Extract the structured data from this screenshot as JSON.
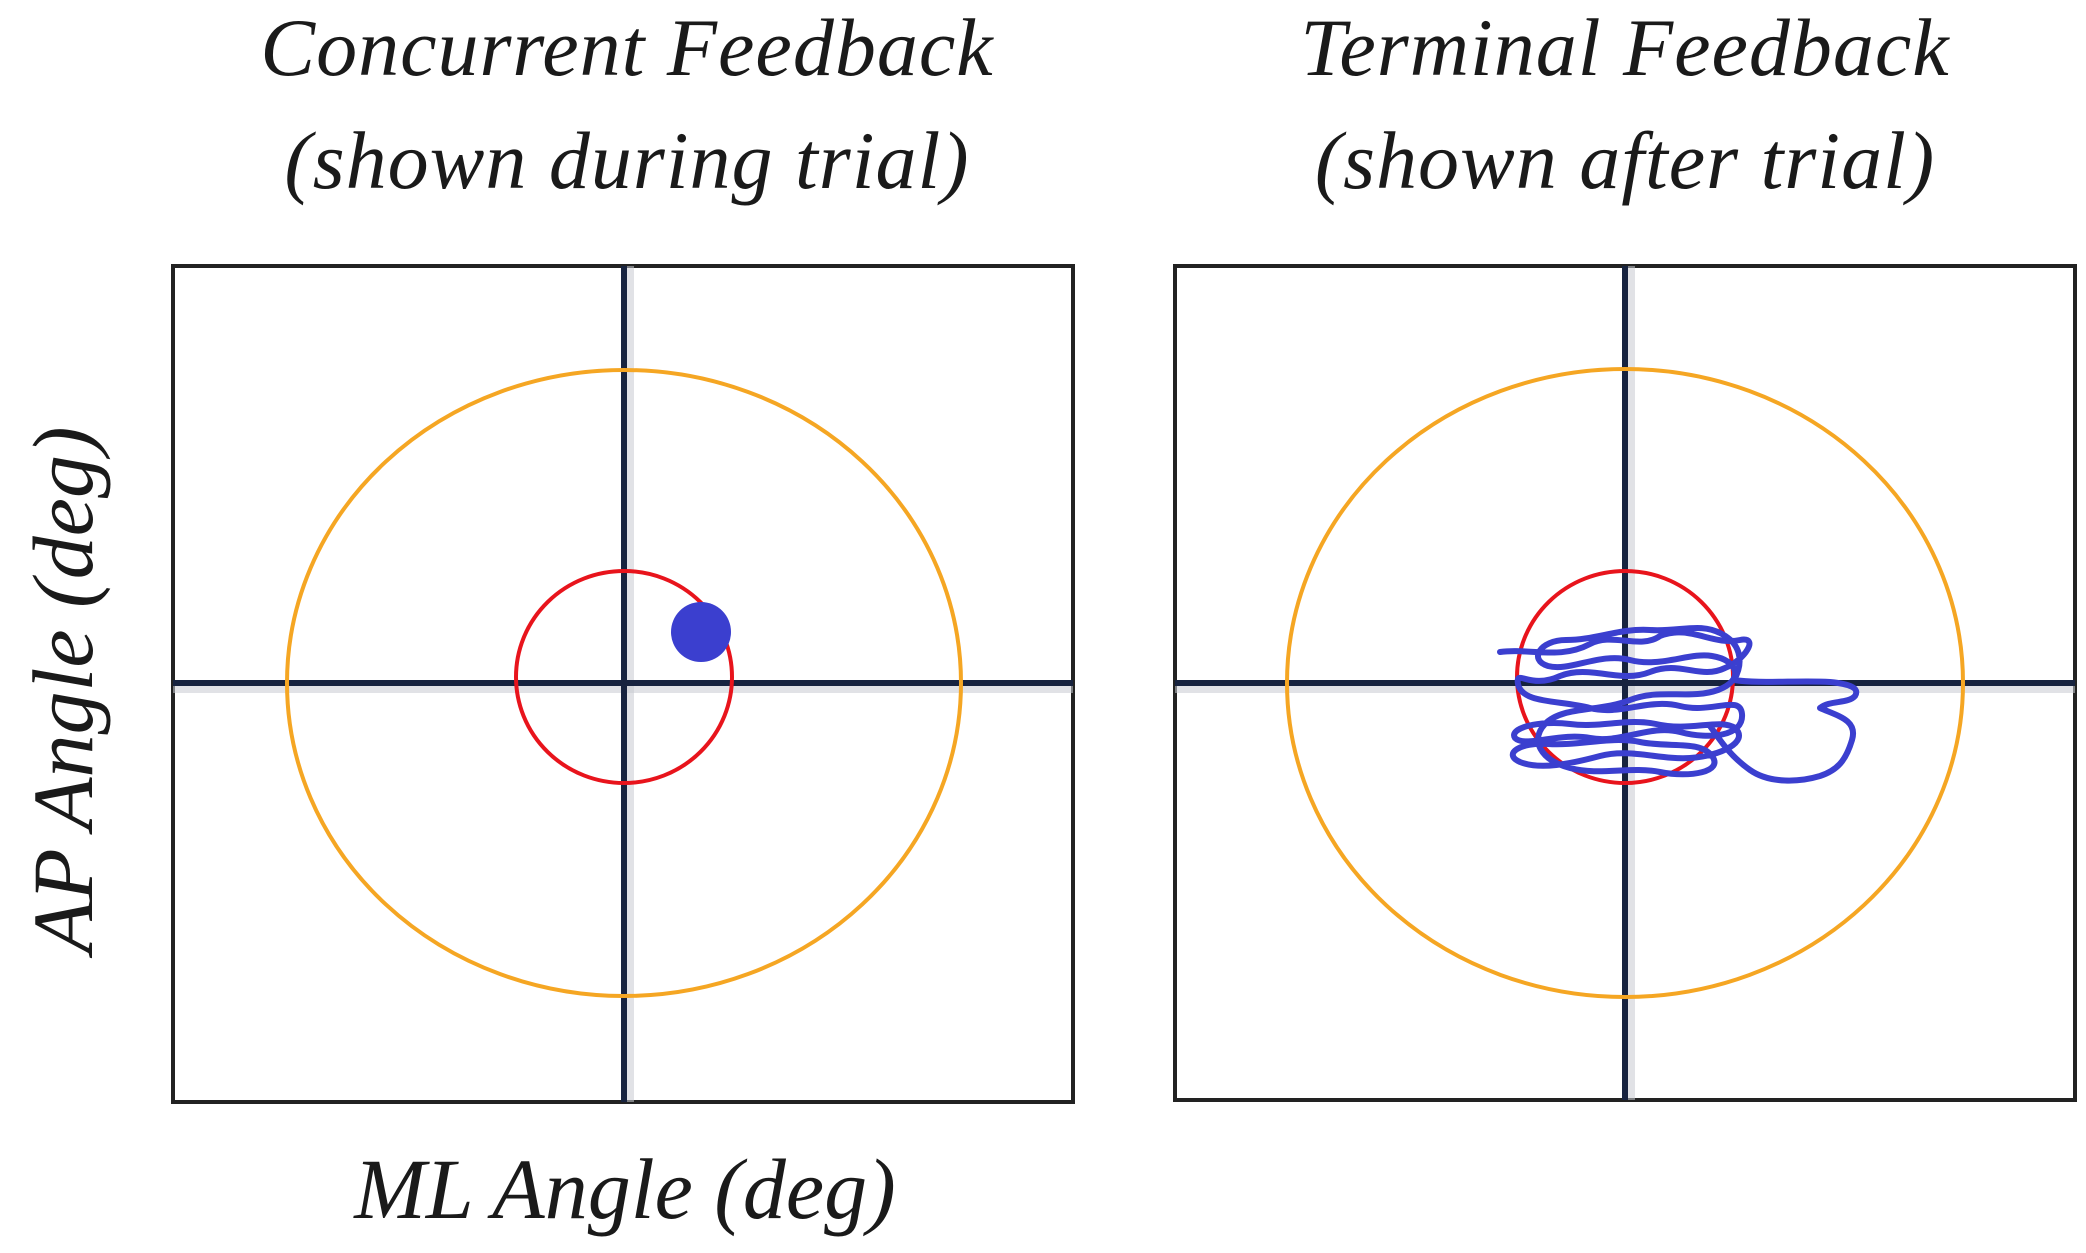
{
  "panels": [
    {
      "title_line1": "Concurrent Feedback",
      "title_line2": "(shown during trial)",
      "feedback_type": "concurrent",
      "marker": "current-position-dot"
    },
    {
      "title_line1": "Terminal Feedback",
      "title_line2": "(shown after trial)",
      "feedback_type": "terminal",
      "marker": "trajectory-trace"
    }
  ],
  "axes": {
    "y_label": "AP Angle (deg)",
    "x_label": "ML Angle (deg)"
  },
  "colors": {
    "frame": "#222222",
    "crosshair": "#17233f",
    "outer_ring": "#f5a623",
    "inner_ring": "#e8141c",
    "marker": "#3b3fcf"
  }
}
